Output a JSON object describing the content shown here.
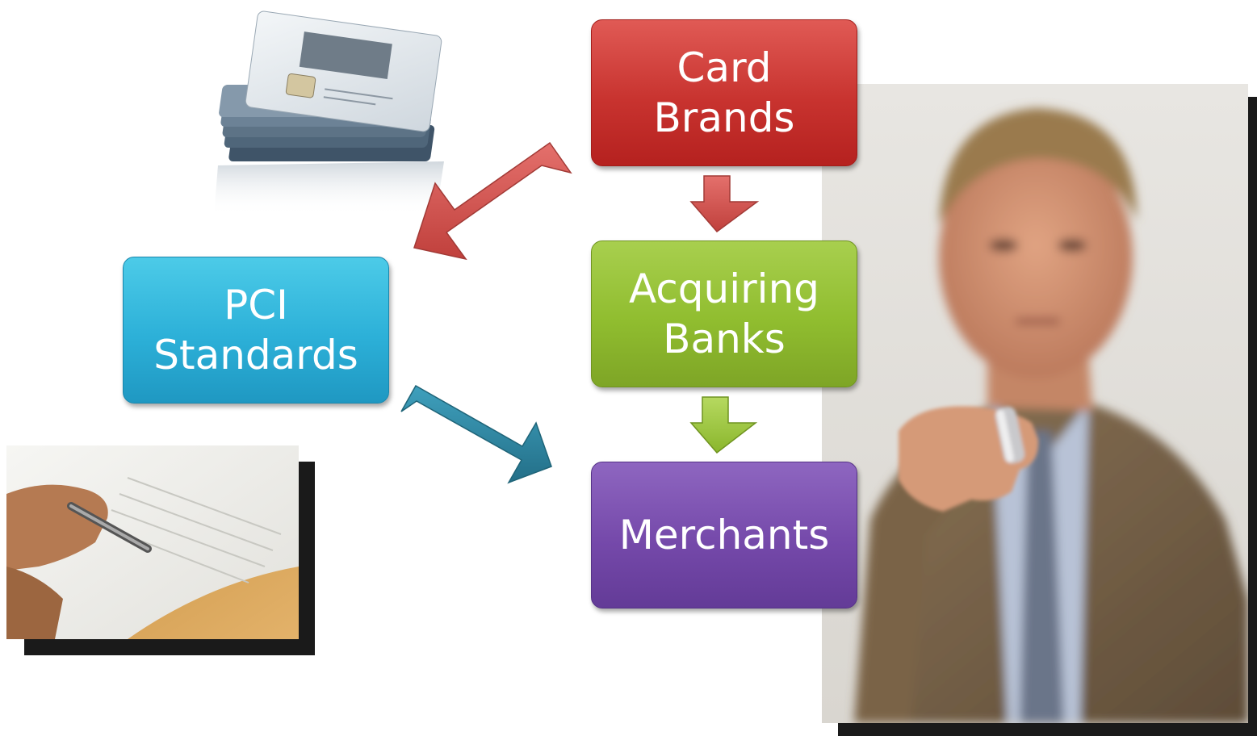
{
  "nodes": {
    "card_brands": {
      "line1": "Card",
      "line2": "Brands"
    },
    "pci_standards": {
      "line1": "PCI",
      "line2": "Standards"
    },
    "acquiring_banks": {
      "line1": "Acquiring",
      "line2": "Banks"
    },
    "merchants": {
      "line1": "Merchants"
    }
  },
  "colors": {
    "card_brands": "#c8332f",
    "pci_standards": "#2cb0d8",
    "acquiring_banks": "#90bd2f",
    "merchants": "#7549aa"
  },
  "images": {
    "credit_cards": "credit-cards-photo",
    "signing_document": "signing-document-photo",
    "businessman": "businessman-pointing-pen-photo"
  }
}
